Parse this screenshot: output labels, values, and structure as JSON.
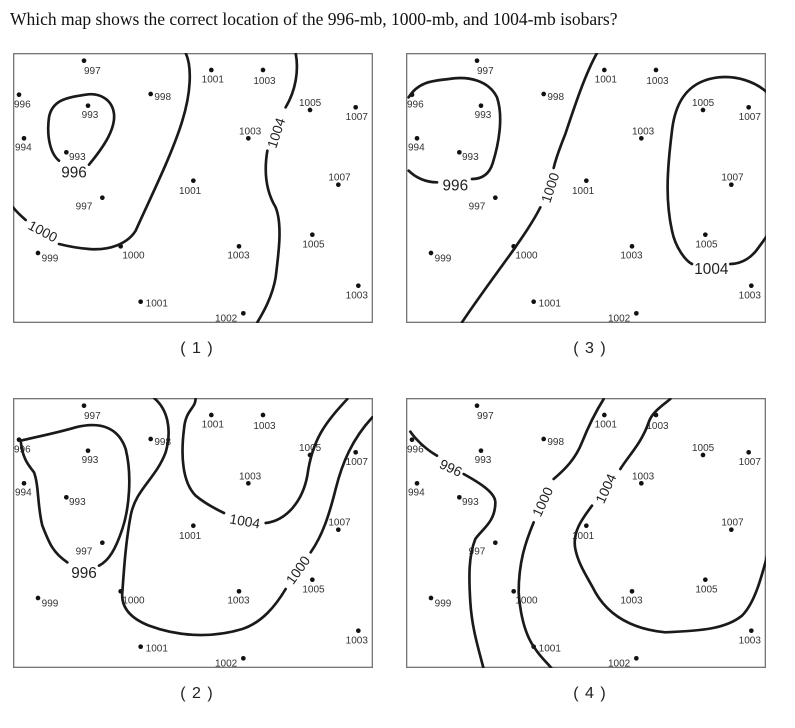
{
  "question": "Which map shows the correct location of the 996-mb, 1000-mb, and 1004-mb isobars?",
  "stations": [
    "997",
    "996",
    "993",
    "998",
    "1001",
    "1003",
    "994",
    "993",
    "1003",
    "1005",
    "1007",
    "1007",
    "1001",
    "997",
    "1000",
    "999",
    "1003",
    "1005",
    "1003",
    "1001",
    "1002"
  ],
  "maps": [
    {
      "caption": "( 1 )",
      "contours": [
        {
          "label": "996"
        },
        {
          "label": "1000"
        },
        {
          "label": "1004"
        }
      ]
    },
    {
      "caption": "( 3 )",
      "contours": [
        {
          "label": "996"
        },
        {
          "label": "1000"
        },
        {
          "label": "1004"
        }
      ]
    },
    {
      "caption": "( 2 )",
      "contours": [
        {
          "label": "996"
        },
        {
          "label": "1000"
        },
        {
          "label": "1004"
        }
      ]
    },
    {
      "caption": "( 4 )",
      "contours": [
        {
          "label": "996"
        },
        {
          "label": "1000"
        },
        {
          "label": "1004"
        }
      ]
    }
  ]
}
